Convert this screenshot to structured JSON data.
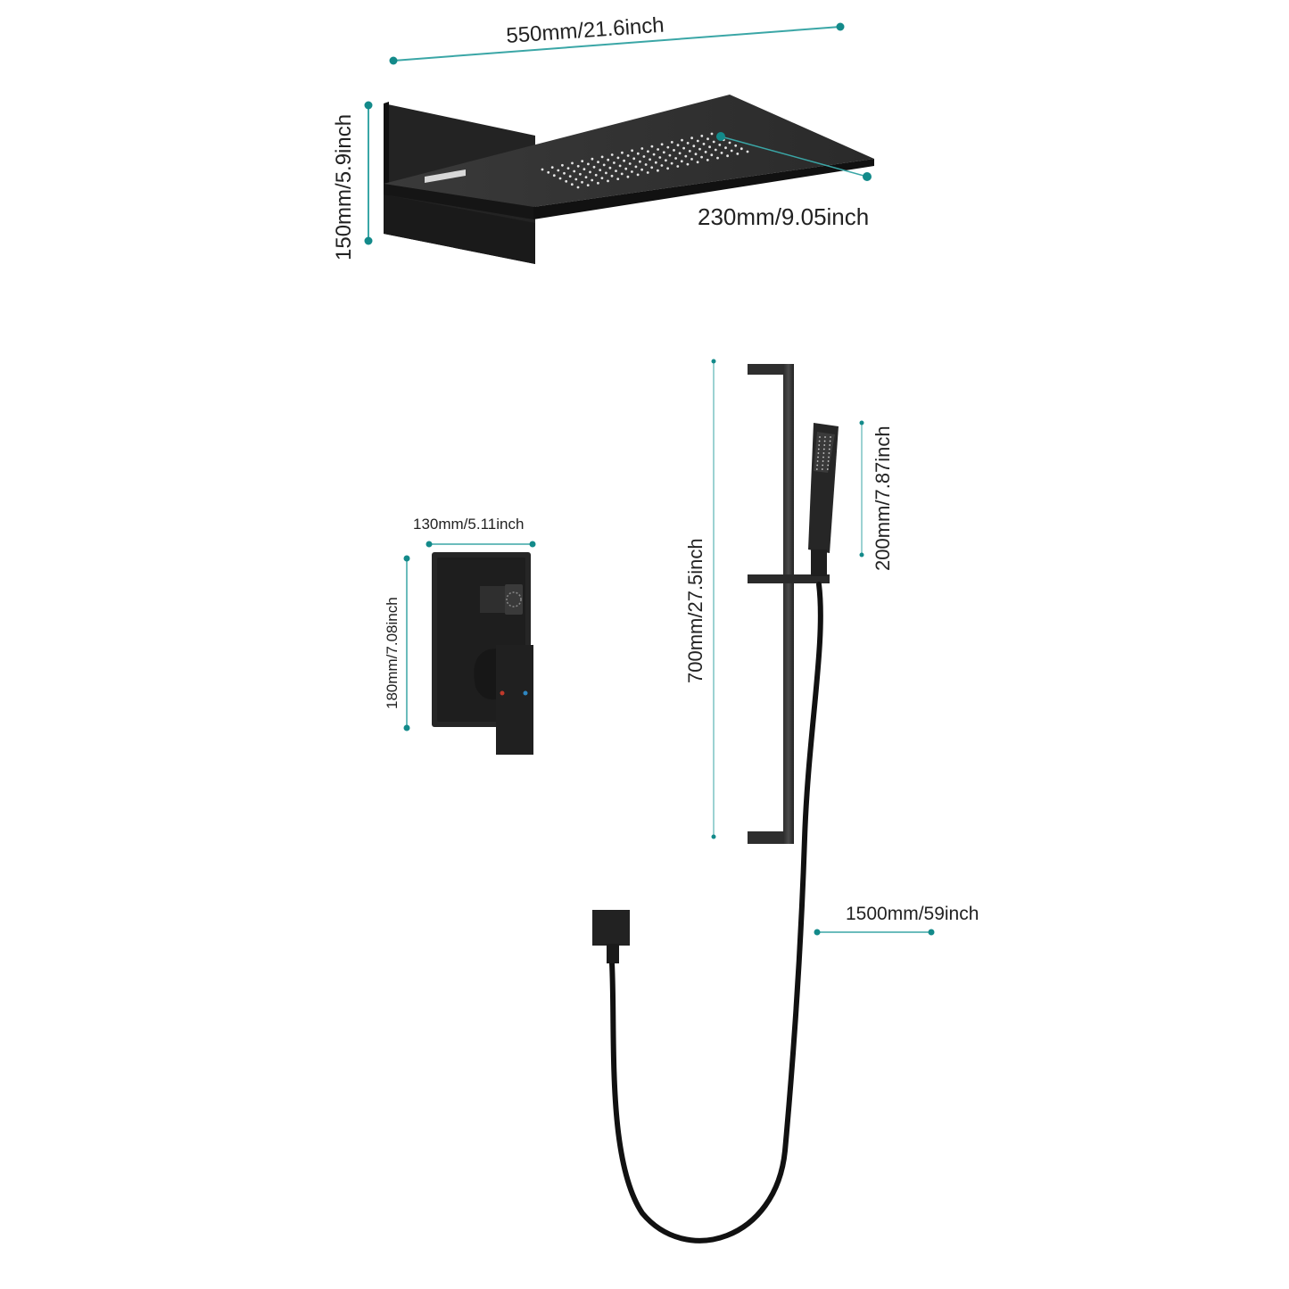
{
  "colors": {
    "dimension_line": "#3aa6a6",
    "dimension_dot": "#138a8a",
    "product_finish": "#1c1c1c",
    "label_text": "#222222",
    "background": "#ffffff"
  },
  "dimensions": {
    "rain_head_width": "550mm/21.6inch",
    "rain_head_height": "150mm/5.9inch",
    "rain_head_depth": "230mm/9.05inch",
    "valve_width": "130mm/5.11inch",
    "valve_height": "180mm/7.08inch",
    "slide_bar_length": "700mm/27.5inch",
    "hand_shower_length": "200mm/7.87inch",
    "hose_length": "1500mm/59inch"
  },
  "components": {
    "rain_head": "rain-shower-head",
    "valve": "diverter-valve",
    "slide_bar": "slide-bar",
    "hand_shower": "hand-shower",
    "hose": "shower-hose",
    "elbow": "wall-elbow"
  }
}
